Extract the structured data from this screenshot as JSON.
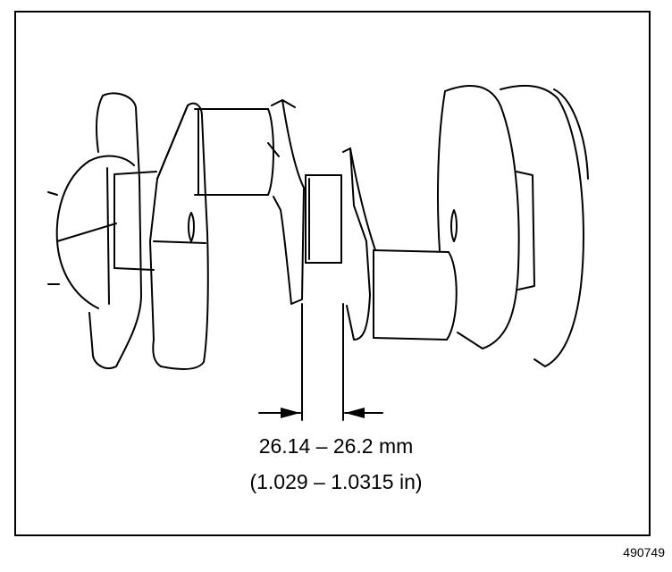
{
  "dimension": {
    "metric": "26.14 – 26.2 mm",
    "imperial": "(1.029 – 1.0315 in)"
  },
  "figure_id": "490749",
  "colors": {
    "line": "#000000",
    "background": "#ffffff"
  }
}
